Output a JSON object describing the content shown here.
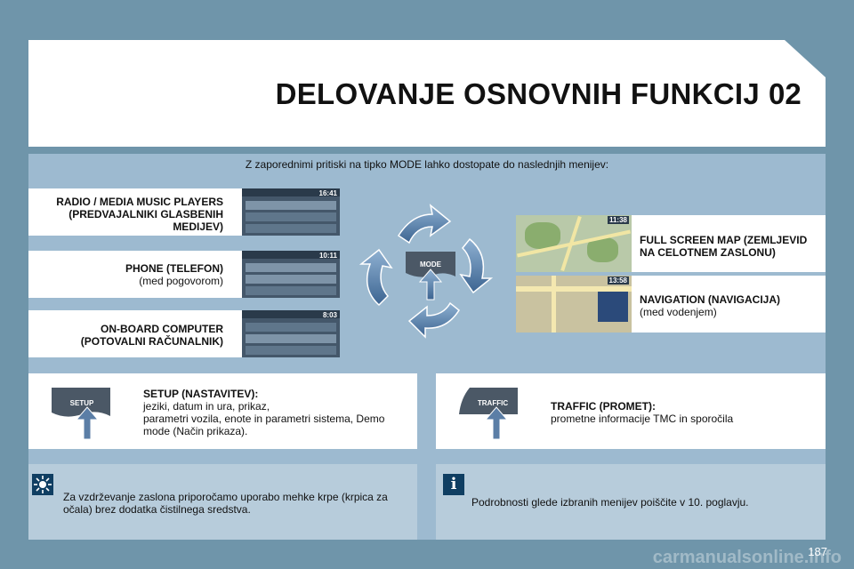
{
  "header": {
    "title": "DELOVANJE OSNOVNIH FUNKCIJ",
    "chapter": "02"
  },
  "intro": "Z zaporednimi pritiski na tipko MODE lahko dostopate do naslednjih menijev:",
  "menus_left": [
    {
      "title_lines": [
        "RADIO / MEDIA MUSIC PLAYERS",
        "(PREDVAJALNIKI GLASBENIH",
        "MEDIJEV)"
      ],
      "subtitle": "",
      "time": "16:41"
    },
    {
      "title_lines": [
        "PHONE (TELEFON)"
      ],
      "subtitle": "(med pogovorom)",
      "time": "10:11"
    },
    {
      "title_lines": [
        "ON-BOARD COMPUTER",
        "(POTOVALNI RAČUNALNIK)"
      ],
      "subtitle": "",
      "time": "8:03"
    }
  ],
  "menus_right": [
    {
      "title_lines": [
        "FULL SCREEN MAP (ZEMLJEVID",
        "NA CELOTNEM ZASLONU)"
      ],
      "subtitle": "",
      "time": "11:38"
    },
    {
      "title_lines": [
        "NAVIGATION (NAVIGACIJA)"
      ],
      "subtitle": "(med vodenjem)",
      "time": "13:58"
    }
  ],
  "mode_key": "MODE",
  "setup": {
    "key": "SETUP",
    "title": "SETUP (NASTAVITEV):",
    "lines": [
      "jeziki, datum in ura, prikaz,",
      "parametri vozila, enote in parametri sistema, Demo",
      "mode (Način prikaza)."
    ]
  },
  "traffic": {
    "key": "TRAFFIC",
    "title": "TRAFFIC (PROMET):",
    "lines": [
      "prometne informacije TMC in sporočila"
    ]
  },
  "tip": {
    "lines": [
      "Za vzdrževanje zaslona priporočamo uporabo mehke krpe (krpica za",
      "očala) brez dodatka čistilnega sredstva."
    ]
  },
  "info": {
    "text": "Podrobnosti glede izbranih menijev poiščite v 10. poglavju."
  },
  "page_number": "187",
  "watermark": "carmanualsonline.info",
  "colors": {
    "background": "#6f95aa",
    "panel": "#9dbad0",
    "key": "#4b5866",
    "arrow": "#5b7ea6"
  }
}
